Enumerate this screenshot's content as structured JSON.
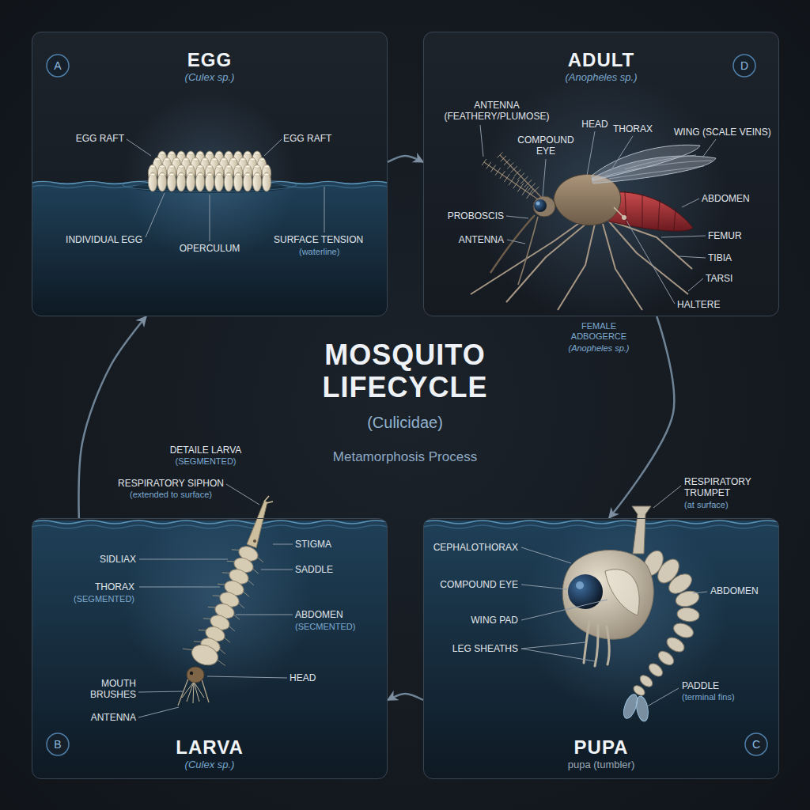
{
  "diagram": {
    "title": "MOSQUITO LIFECYCLE",
    "nodes": [
      {
        "text": [
          "EGG",
          "(Culex sp.)"
        ]
      },
      {
        "text": [
          "A"
        ],
        "in": 0
      },
      {
        "text": [
          "ADULT",
          "(Anopheles sp.)"
        ]
      },
      {
        "text": [
          "D"
        ],
        "in": 2
      },
      {
        "text": [
          "LARVA",
          "(Culex sp.)"
        ]
      },
      {
        "text": [
          "B"
        ],
        "in": 4
      },
      {
        "text": [
          "PUPA",
          "pupa (tumbler)"
        ]
      },
      {
        "text": [
          "C"
        ],
        "in": 6
      }
    ],
    "edges": [
      {
        "from": 0,
        "to": 2,
        "arrow": "to"
      },
      {
        "from": 2,
        "to": 6,
        "arrow": "to"
      },
      {
        "from": 6,
        "to": 4,
        "arrow": "to"
      },
      {
        "from": 4,
        "to": 0,
        "arrow": "to"
      }
    ],
    "labels": [
      "EGG RAFT",
      "EGG RAFT",
      "INDIVIDUAL EGG",
      "OPERCULUM",
      "SURFACE TENSION",
      "(waterline)",
      "ANTENNA (FEATHERY/PLUMOSE)",
      "HEAD",
      "THORAX",
      "WING (SCALE VEINS)",
      "COMPOUND EYE",
      "ABDOMEN",
      "PROBOSCIS",
      "ANTENNA",
      "FEMUR",
      "TIBIA",
      "TARSI",
      "HALTERE",
      "FEMALE ADBOGERCE",
      "(Anopheles sp.)",
      "(Culicidae)",
      "Metamorphosis Process",
      "DETAILE LARVA",
      "(SEGMENTED)",
      "RESPIRATORY SIPHON",
      "(extended to surface)",
      "SIDLIAX",
      "STIGMA",
      "SADDLE",
      "THORAX",
      "(SEGMENTED)",
      "ABDOMEN",
      "(SECMENTED)",
      "HEAD",
      "MOUTH BRUSHES",
      "ANTENNA",
      "RESPIRATORY TRUMPET",
      "(at surface)",
      "CEPHALOTHORAX",
      "COMPOUND EYE",
      "WING PAD",
      "LEG SHEATHS",
      "ABDOMEN",
      "PADDLE",
      "(terminal fins)"
    ]
  }
}
